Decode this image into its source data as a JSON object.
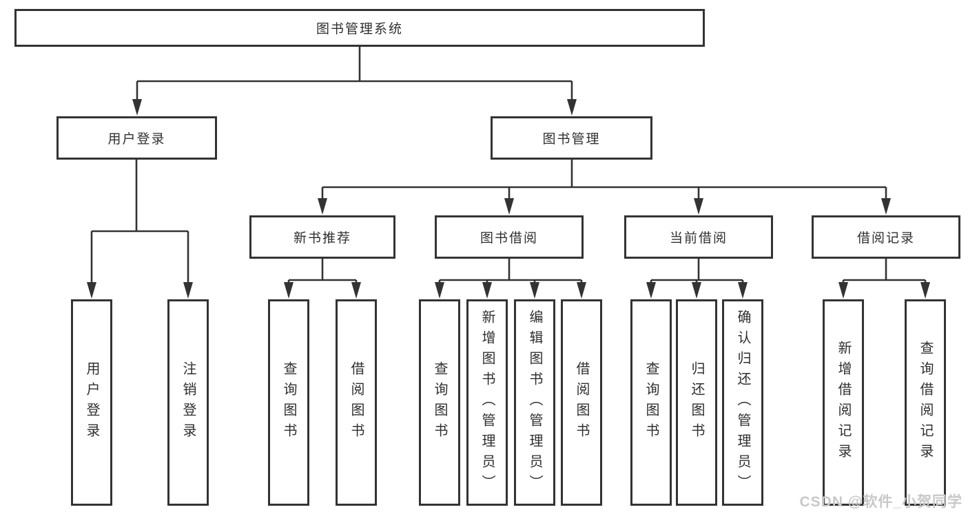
{
  "nodes": {
    "root": "图书管理系统",
    "user_login": "用户登录",
    "book_mgmt": "图书管理",
    "new_book_rec": "新书推荐",
    "book_borrow": "图书借阅",
    "current_borrow": "当前借阅",
    "borrow_record": "借阅记录",
    "leaf_user_login": "用户登录",
    "leaf_logout": "注销登录",
    "leaf_rec_query_book": "查询图书",
    "leaf_rec_borrow_book": "借阅图书",
    "leaf_bb_query_book": "查询图书",
    "leaf_bb_add_book": "新增图书（管理员）",
    "leaf_bb_edit_book": "编辑图书（管理员）",
    "leaf_bb_borrow_book": "借阅图书",
    "leaf_cb_query_book": "查询图书",
    "leaf_cb_return_book": "归还图书",
    "leaf_cb_confirm_return": "确认归还（管理员）",
    "leaf_br_add_record": "新增借阅记录",
    "leaf_br_query_record": "查询借阅记录"
  },
  "watermark": "CSDN @软件_小贺同学",
  "colors": {
    "line": "#333333",
    "text": "#2f2f2f",
    "watermark": "#c8c8c8",
    "background": "#ffffff"
  }
}
